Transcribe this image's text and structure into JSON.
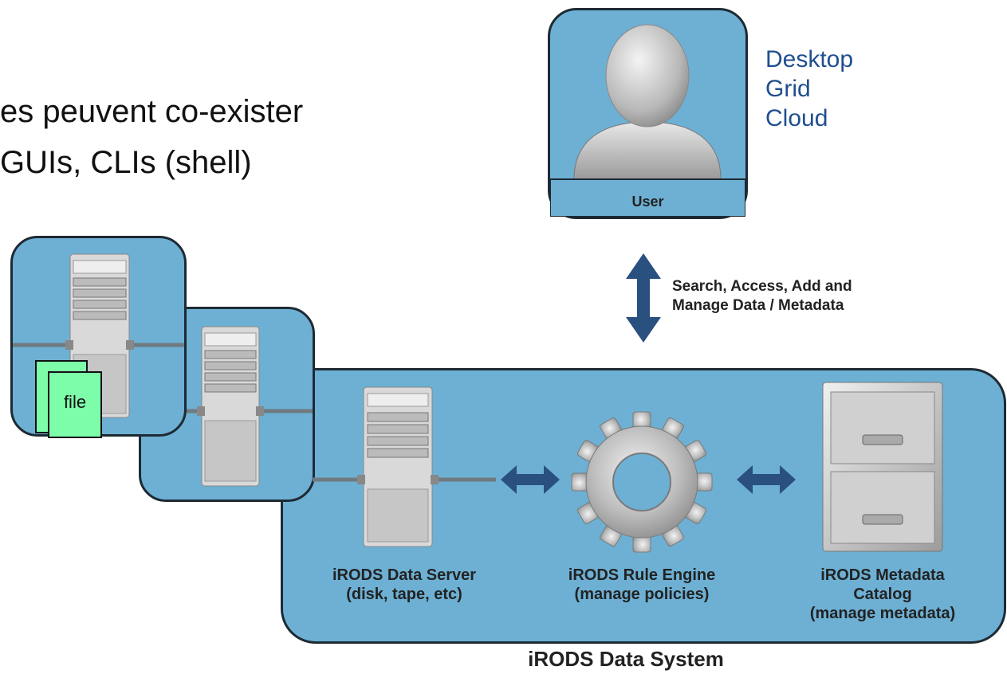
{
  "slide_text": {
    "line1": "es peuvent co-exister",
    "line2": "GUIs, CLIs (shell)"
  },
  "user": {
    "label": "User",
    "environments": [
      "Desktop",
      "Grid",
      "Cloud"
    ]
  },
  "arrow_label": {
    "line1": "Search, Access, Add and",
    "line2": "Manage Data / Metadata"
  },
  "file_badge": "file",
  "system": {
    "title": "iRODS Data System",
    "components": [
      {
        "name": "iRODS Data Server",
        "sub": "(disk, tape, etc)"
      },
      {
        "name": "iRODS Rule Engine",
        "sub": "(manage policies)"
      },
      {
        "name": "iRODS Metadata",
        "sub": "Catalog",
        "sub2": "(manage metadata)"
      }
    ]
  },
  "colors": {
    "panel": "#6db0d4",
    "panel_border": "#1e2a33",
    "arrow": "#2a5080",
    "env_text": "#1f4f8f",
    "file_badge": "#7dfcaa"
  }
}
